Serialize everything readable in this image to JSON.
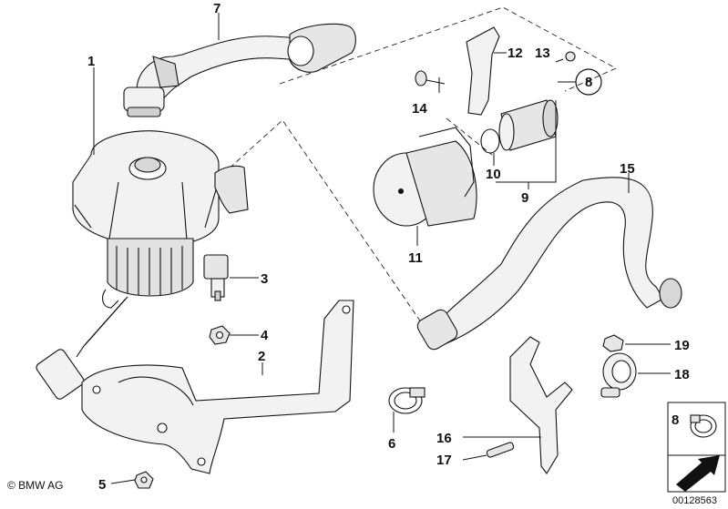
{
  "diagram": {
    "copyright": "© BMW AG",
    "image_id": "00128563",
    "callouts": [
      {
        "id": "c1",
        "label": "1"
      },
      {
        "id": "c2",
        "label": "2"
      },
      {
        "id": "c3",
        "label": "3"
      },
      {
        "id": "c4",
        "label": "4"
      },
      {
        "id": "c5",
        "label": "5"
      },
      {
        "id": "c6",
        "label": "6"
      },
      {
        "id": "c7",
        "label": "7"
      },
      {
        "id": "c8",
        "label": "8"
      },
      {
        "id": "c9",
        "label": "9"
      },
      {
        "id": "c10",
        "label": "10"
      },
      {
        "id": "c11",
        "label": "11"
      },
      {
        "id": "c12",
        "label": "12"
      },
      {
        "id": "c13",
        "label": "13"
      },
      {
        "id": "c14",
        "label": "14"
      },
      {
        "id": "c15",
        "label": "15"
      },
      {
        "id": "c16",
        "label": "16"
      },
      {
        "id": "c17",
        "label": "17"
      },
      {
        "id": "c18",
        "label": "18"
      },
      {
        "id": "c19",
        "label": "19"
      },
      {
        "id": "c8b",
        "label": "8"
      }
    ]
  },
  "colors": {
    "line": "#111111",
    "part_fill": "#f2f2f2",
    "part_shade": "#cfcfcf",
    "background": "#ffffff"
  }
}
